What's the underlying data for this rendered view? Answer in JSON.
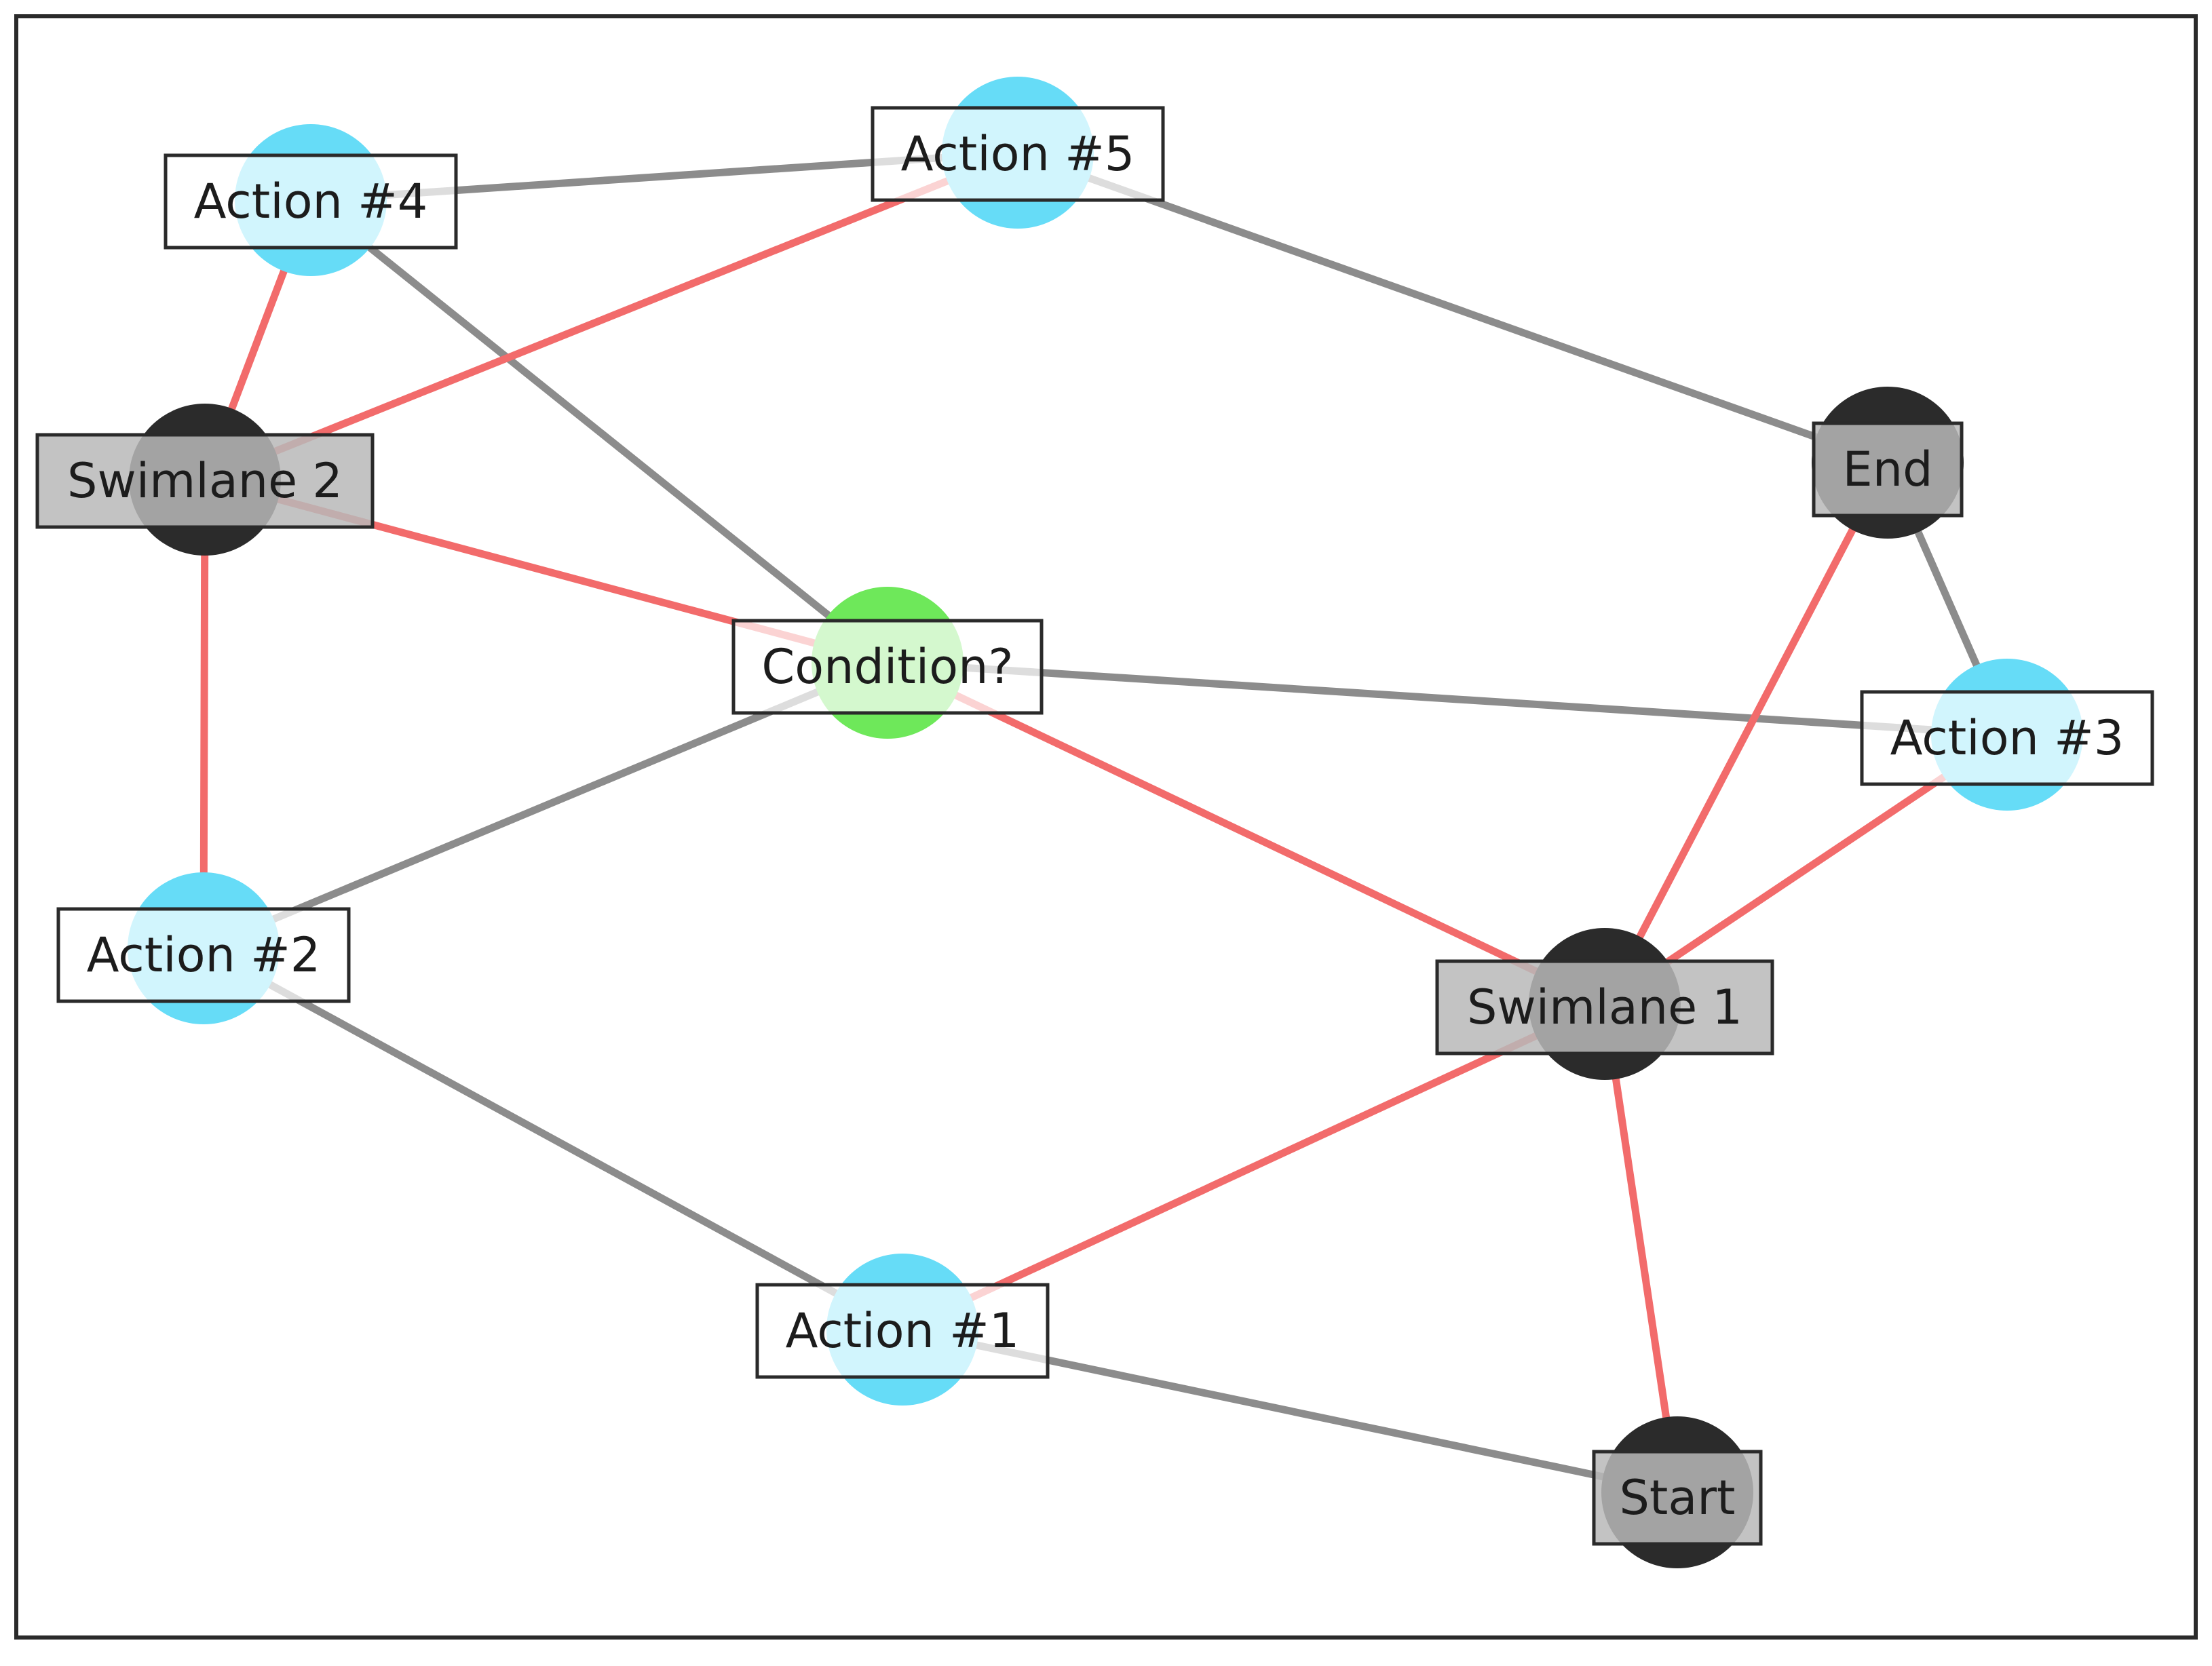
{
  "colors": {
    "action_node": "#66dcf7",
    "terminal_node": "#2b2b2b",
    "condition_node": "#6ee85a",
    "edge_default": "#8c8c8c",
    "edge_highlight": "#f26b6b",
    "label_box_bg": "#ffffff",
    "label_box_bg_dark": "#b8b8b8",
    "label_box_border": "#2a2a2a",
    "frame_border": "#2a2a2a"
  },
  "nodes": [
    {
      "id": "action4",
      "label": "Action #4",
      "kind": "action"
    },
    {
      "id": "action5",
      "label": "Action #5",
      "kind": "action"
    },
    {
      "id": "swimlane2",
      "label": "Swimlane 2",
      "kind": "terminal"
    },
    {
      "id": "end",
      "label": "End",
      "kind": "terminal"
    },
    {
      "id": "condition",
      "label": "Condition?",
      "kind": "condition"
    },
    {
      "id": "action3",
      "label": "Action #3",
      "kind": "action"
    },
    {
      "id": "action2",
      "label": "Action #2",
      "kind": "action"
    },
    {
      "id": "swimlane1",
      "label": "Swimlane 1",
      "kind": "terminal"
    },
    {
      "id": "action1",
      "label": "Action #1",
      "kind": "action"
    },
    {
      "id": "start",
      "label": "Start",
      "kind": "terminal"
    }
  ],
  "edges": [
    {
      "source": "action4",
      "target": "action5",
      "highlight": false
    },
    {
      "source": "action5",
      "target": "end",
      "highlight": false
    },
    {
      "source": "action4",
      "target": "condition",
      "highlight": false
    },
    {
      "source": "condition",
      "target": "action3",
      "highlight": false
    },
    {
      "source": "action2",
      "target": "condition",
      "highlight": false
    },
    {
      "source": "end",
      "target": "action3",
      "highlight": false
    },
    {
      "source": "action2",
      "target": "action1",
      "highlight": false
    },
    {
      "source": "action1",
      "target": "start",
      "highlight": false
    },
    {
      "source": "action4",
      "target": "swimlane2",
      "highlight": true
    },
    {
      "source": "swimlane2",
      "target": "action5",
      "highlight": true
    },
    {
      "source": "swimlane2",
      "target": "condition",
      "highlight": true
    },
    {
      "source": "swimlane2",
      "target": "action2",
      "highlight": true
    },
    {
      "source": "condition",
      "target": "swimlane1",
      "highlight": true
    },
    {
      "source": "end",
      "target": "swimlane1",
      "highlight": true
    },
    {
      "source": "action3",
      "target": "swimlane1",
      "highlight": true
    },
    {
      "source": "action1",
      "target": "swimlane1",
      "highlight": true
    },
    {
      "source": "swimlane1",
      "target": "start",
      "highlight": true
    }
  ]
}
